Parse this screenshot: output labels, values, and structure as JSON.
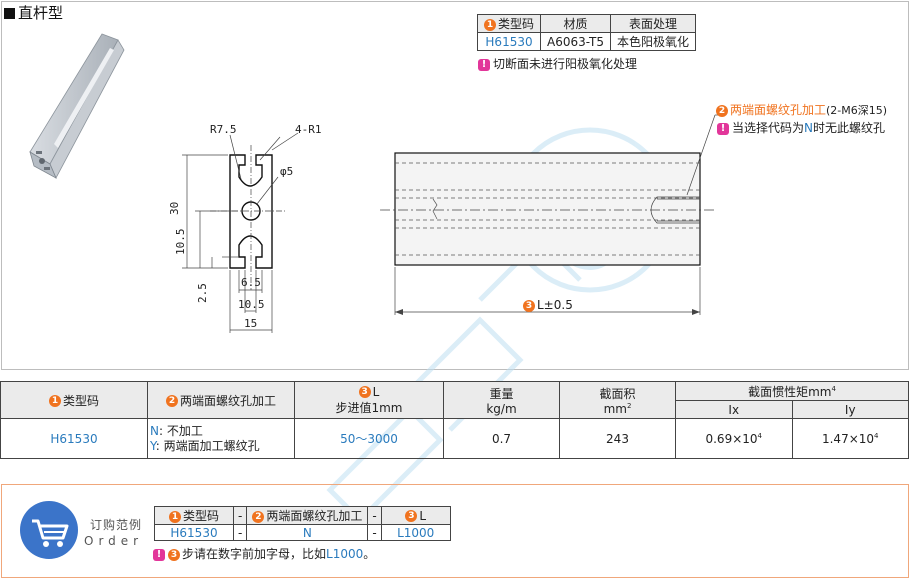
{
  "title": "直杆型",
  "material_table": {
    "headers": [
      "类型码",
      "材质",
      "表面处理"
    ],
    "header_num": "1",
    "row": [
      "H61530",
      "A6063-T5",
      "本色阳极氧化"
    ]
  },
  "note_cut": "切断面未进行阳极氧化处理",
  "drawing": {
    "labels": {
      "r75": "R7.5",
      "r1": "4-R1",
      "phi5": "φ5",
      "d30": "30",
      "d105v": "10.5",
      "d25": "2.5",
      "d65": "6.5",
      "d105h": "10.5",
      "d15": "15",
      "length": "L±0.5",
      "thread": "两端面螺纹孔加工",
      "thread_spec": "(2-M6深15)",
      "thread_note_pre": "当选择代码为",
      "thread_note_code": "N",
      "thread_note_post": "时无此螺纹孔"
    }
  },
  "spec_table": {
    "h_type": "类型码",
    "h_thread": "两端面螺纹孔加工",
    "h_L": "L",
    "h_L_sub": "步进值1mm",
    "h_weight": "重量",
    "h_weight_unit": "kg/m",
    "h_area": "截面积",
    "h_area_unit": "mm",
    "h_area_sup": "2",
    "h_inertia": "截面惯性矩mm",
    "h_inertia_sup": "4",
    "h_ix": "Ix",
    "h_iy": "Iy",
    "type": "H61530",
    "opt_n_code": "N",
    "opt_n_text": ": 不加工",
    "opt_y_code": "Y",
    "opt_y_text": ": 两端面加工螺纹孔",
    "L_range": "50～3000",
    "weight": "0.7",
    "area": "243",
    "ix": "0.69×10",
    "ix_sup": "4",
    "iy": "1.47×10",
    "iy_sup": "4"
  },
  "order": {
    "label_cn": "订购范例",
    "label_en": "Order",
    "h_type": "类型码",
    "h_thread": "两端面螺纹孔加工",
    "h_L": "L",
    "dash": "-",
    "v_type": "H61530",
    "v_thread": "N",
    "v_L": "L1000",
    "note_pre": "步请在数字前加字母，比如",
    "note_code": "L1000",
    "note_post": "。"
  },
  "nums": {
    "n1": "1",
    "n2": "2",
    "n3": "3"
  },
  "warn_symbol": "!",
  "colors": {
    "accent_orange": "#f0731f",
    "note_pink": "#e2369a",
    "code_blue": "#2a7bbd",
    "order_border": "#f0a77b"
  }
}
